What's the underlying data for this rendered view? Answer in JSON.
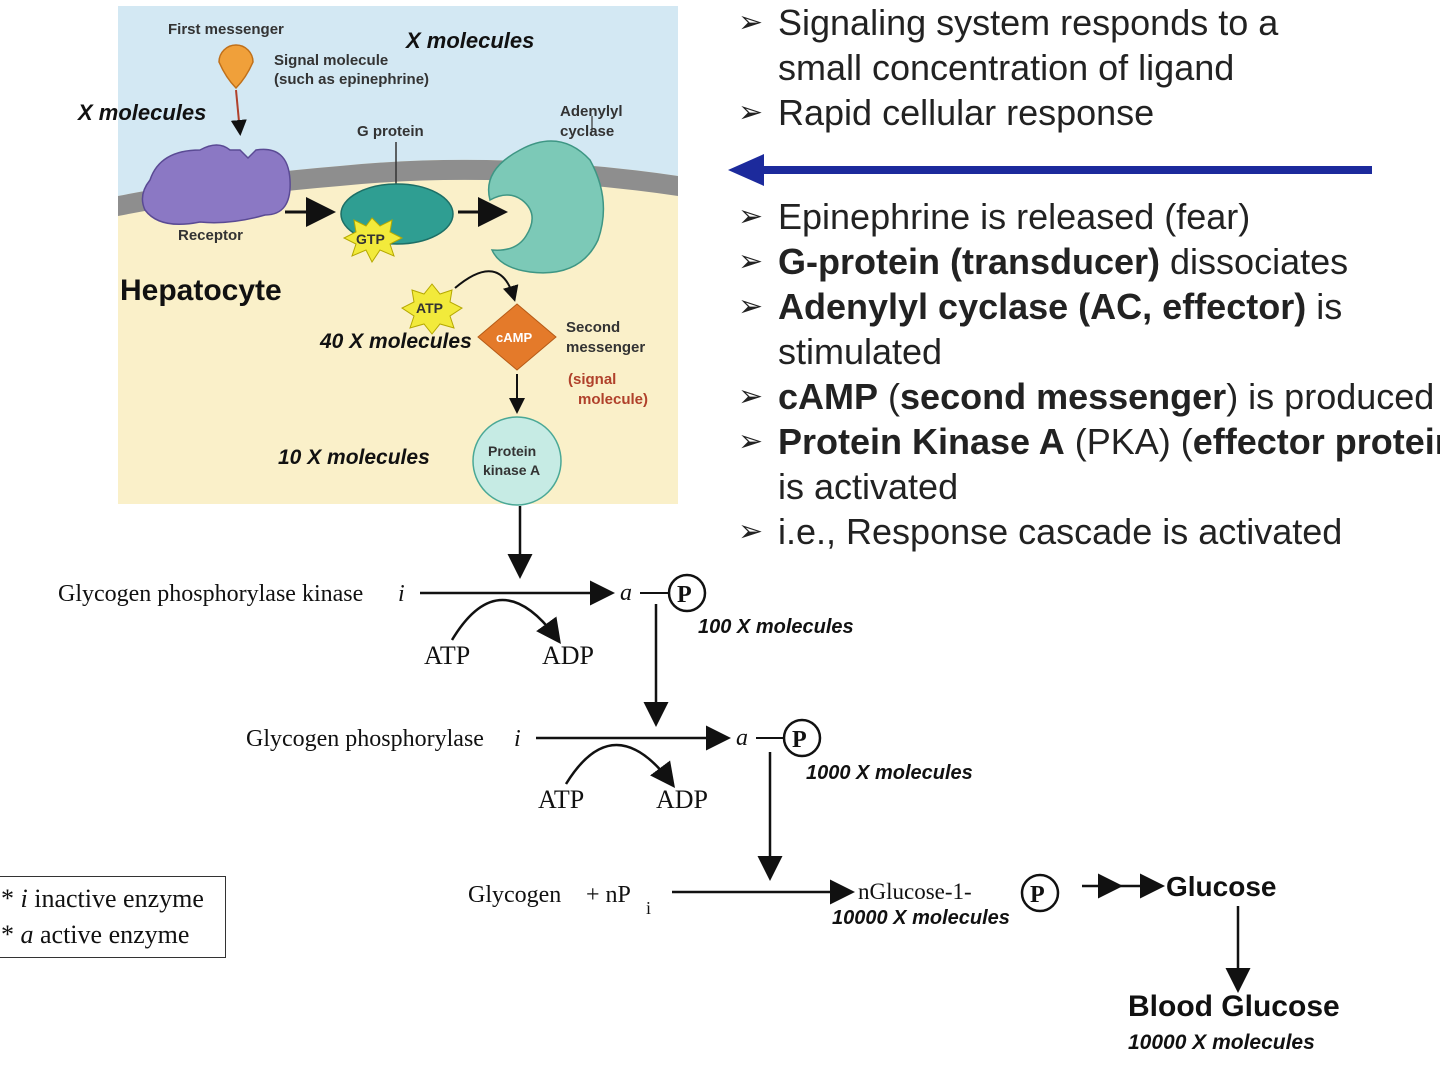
{
  "panel": {
    "first_messenger": "First messenger",
    "signal_molecule": "Signal molecule",
    "signal_molecule_sub": "(such as epinephrine)",
    "x_molecules_top": "X molecules",
    "x_molecules_left": "X molecules",
    "g_protein": "G protein",
    "adenylyl_cyclase_1": "Adenylyl",
    "adenylyl_cyclase_2": "cyclase",
    "receptor": "Receptor",
    "gtp": "GTP",
    "hepatocyte": "Hepatocyte",
    "atp": "ATP",
    "camp": "cAMP",
    "forty_x": "40 X molecules",
    "second_messenger_1": "Second",
    "second_messenger_2": "messenger",
    "signal_note_1": "(signal",
    "signal_note_2": "molecule)",
    "ten_x": "10 X molecules",
    "pka_1": "Protein",
    "pka_2": "kinase A"
  },
  "bullets_top": [
    {
      "parts": [
        {
          "t": "Signaling system responds to a",
          "b": false
        }
      ]
    },
    {
      "parts": [
        {
          "t": "small concentration of ligand",
          "b": false
        }
      ],
      "cont": true
    },
    {
      "parts": [
        {
          "t": "Rapid cellular response",
          "b": false
        }
      ]
    }
  ],
  "bullets_bottom": [
    {
      "parts": [
        {
          "t": "Epinephrine is released (fear)",
          "b": false
        }
      ]
    },
    {
      "parts": [
        {
          "t": "G-protein (transducer)",
          "b": true
        },
        {
          "t": " dissociates",
          "b": false
        }
      ]
    },
    {
      "parts": [
        {
          "t": "Adenylyl cyclase (AC, effector)",
          "b": true
        },
        {
          "t": " is",
          "b": false
        }
      ]
    },
    {
      "parts": [
        {
          "t": "stimulated",
          "b": false
        }
      ],
      "cont": true
    },
    {
      "parts": [
        {
          "t": "cAMP",
          "b": true
        },
        {
          "t": " (",
          "b": false
        },
        {
          "t": "second messenger",
          "b": true
        },
        {
          "t": ") is produced",
          "b": false
        }
      ]
    },
    {
      "parts": [
        {
          "t": "Protein Kinase A",
          "b": true
        },
        {
          "t": " (PKA) (",
          "b": false
        },
        {
          "t": "effector protein",
          "b": true
        },
        {
          "t": ")",
          "b": false
        }
      ]
    },
    {
      "parts": [
        {
          "t": "is activated",
          "b": false
        }
      ],
      "cont": true
    },
    {
      "parts": [
        {
          "t": "i.e., Response cascade is activated",
          "b": false
        }
      ]
    }
  ],
  "cascade": {
    "gpk": "Glycogen phosphorylase kinase",
    "gp": "Glycogen phosphorylase",
    "inactive_i": "i",
    "active_a": "a",
    "phosphate": "P",
    "atp": "ATP",
    "adp": "ADP",
    "hundred_x": "100 X molecules",
    "thousand_x": "1000 X molecules",
    "glycogen": "Glycogen",
    "plus_npi": "+ nP",
    "pi_sub": "i",
    "glucose1": "nGlucose-1-",
    "ten_thousand_x": "10000 X molecules",
    "glucose": "Glucose",
    "blood_glucose": "Blood Glucose",
    "blood_glucose_x": "10000 X molecules"
  },
  "legend": {
    "line1_sym": "i",
    "line1_text": "inactive enzyme",
    "line2_sym": "a",
    "line2_text": "active enzyme"
  },
  "colors": {
    "panel_top": "#d3e8f3",
    "panel_bottom": "#faf0c9",
    "membrane": "#8e8e8e",
    "receptor": "#8b78c4",
    "gprotein": "#2f9e92",
    "adenylyl": "#7cc9b7",
    "star": "#f2ea3b",
    "camp": "#e47a2a",
    "pka": "#c6ebe4",
    "arrow_blue": "#1c2a9c",
    "signal_red": "#b0412b"
  }
}
